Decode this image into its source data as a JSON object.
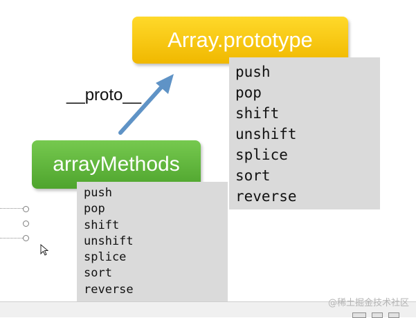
{
  "diagram": {
    "prototype_box": {
      "label": "Array.prototype"
    },
    "methods_box": {
      "label": "arrayMethods"
    },
    "link_label": "__proto__",
    "prototype_methods": [
      "push",
      "pop",
      "shift",
      "unshift",
      "splice",
      "sort",
      "reverse"
    ],
    "array_methods": [
      "push",
      "pop",
      "shift",
      "unshift",
      "splice",
      "sort",
      "reverse"
    ]
  },
  "watermark": "@稀土掘金技术社区",
  "colors": {
    "prototype_box": "#f5c400",
    "methods_box": "#5db33a",
    "arrow": "#5f93c6",
    "list_background": "#dadada"
  }
}
